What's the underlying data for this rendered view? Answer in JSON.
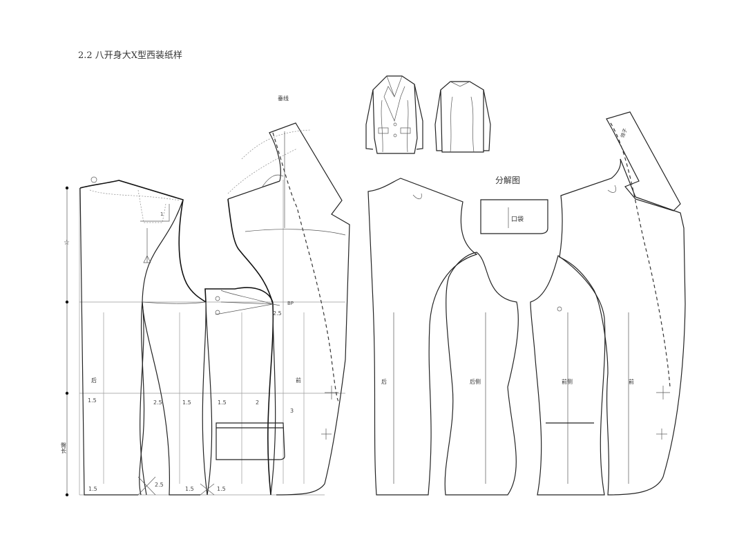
{
  "title": "2.2 八开身大X型西装纸样",
  "labels": {
    "grain": "垂线",
    "decomposition": "分解图",
    "pocket": "口袋",
    "back": "后",
    "front": "前",
    "back_side": "后侧",
    "front_side": "前侧",
    "back2": "后",
    "front2": "前",
    "hip_mark": "臀长",
    "star": "☆",
    "bp": "BP",
    "collar": "领子"
  },
  "measures": {
    "m1": "1.5",
    "m2": "2.5",
    "m3": "1.5",
    "m4": "1.5",
    "m5": "2",
    "m6": "1.5",
    "m7": "2.5",
    "m8": "1.5",
    "m9": "1.5",
    "m10": "2.5",
    "m11": "3",
    "m12": "1"
  }
}
